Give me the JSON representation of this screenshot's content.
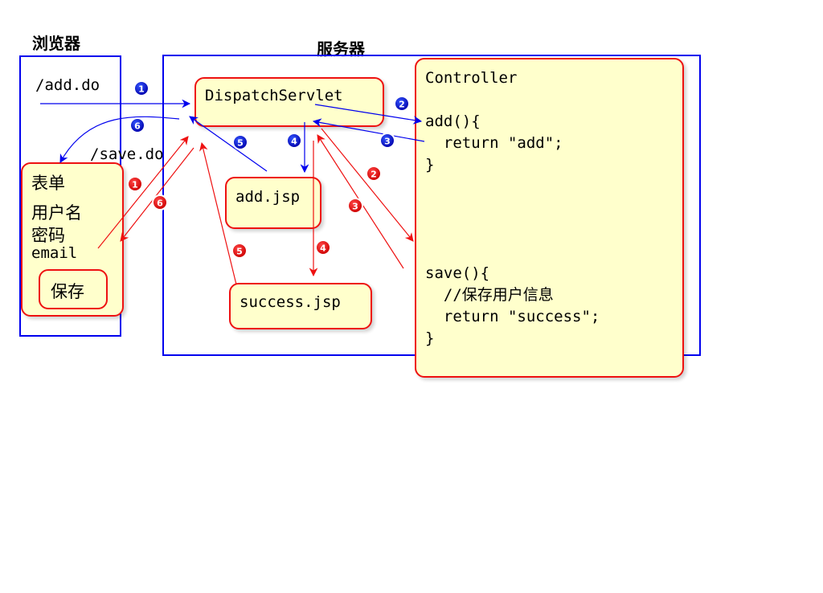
{
  "labels": {
    "browser": "浏览器",
    "server": "服务器",
    "add_url": "/add.do",
    "save_url": "/save.do"
  },
  "form": {
    "title": "表单",
    "fields": [
      "用户名",
      "密码",
      "email"
    ],
    "save_button": "保存"
  },
  "dispatcher": {
    "name": "DispatchServlet"
  },
  "views": {
    "add": "add.jsp",
    "success": "success.jsp"
  },
  "controller": {
    "title": "Controller",
    "code_lines": [
      "",
      "add(){",
      "  return \"add\";",
      "}",
      "",
      "",
      "",
      "",
      "save(){",
      "  //保存用户信息",
      "  return \"success\";",
      "}"
    ]
  },
  "colors": {
    "blue_flow": "#0000ee",
    "red_flow": "#ee1111",
    "note_fill": "#ffffcc"
  },
  "flows": {
    "blue": [
      {
        "step": "1",
        "from": "browser",
        "to": "DispatchServlet"
      },
      {
        "step": "2",
        "from": "DispatchServlet",
        "to": "add()"
      },
      {
        "step": "3",
        "from": "add()",
        "to": "DispatchServlet"
      },
      {
        "step": "4",
        "from": "DispatchServlet",
        "to": "add.jsp"
      },
      {
        "step": "5",
        "from": "add.jsp",
        "to": "DispatchServlet"
      },
      {
        "step": "6",
        "from": "DispatchServlet",
        "to": "表单"
      }
    ],
    "red": [
      {
        "step": "1",
        "from": "表单",
        "to": "DispatchServlet"
      },
      {
        "step": "2",
        "from": "DispatchServlet",
        "to": "save()"
      },
      {
        "step": "3",
        "from": "save()",
        "to": "DispatchServlet"
      },
      {
        "step": "4",
        "from": "DispatchServlet",
        "to": "success.jsp"
      },
      {
        "step": "5",
        "from": "success.jsp",
        "to": "DispatchServlet"
      },
      {
        "step": "6",
        "from": "DispatchServlet",
        "to": "表单"
      }
    ]
  }
}
